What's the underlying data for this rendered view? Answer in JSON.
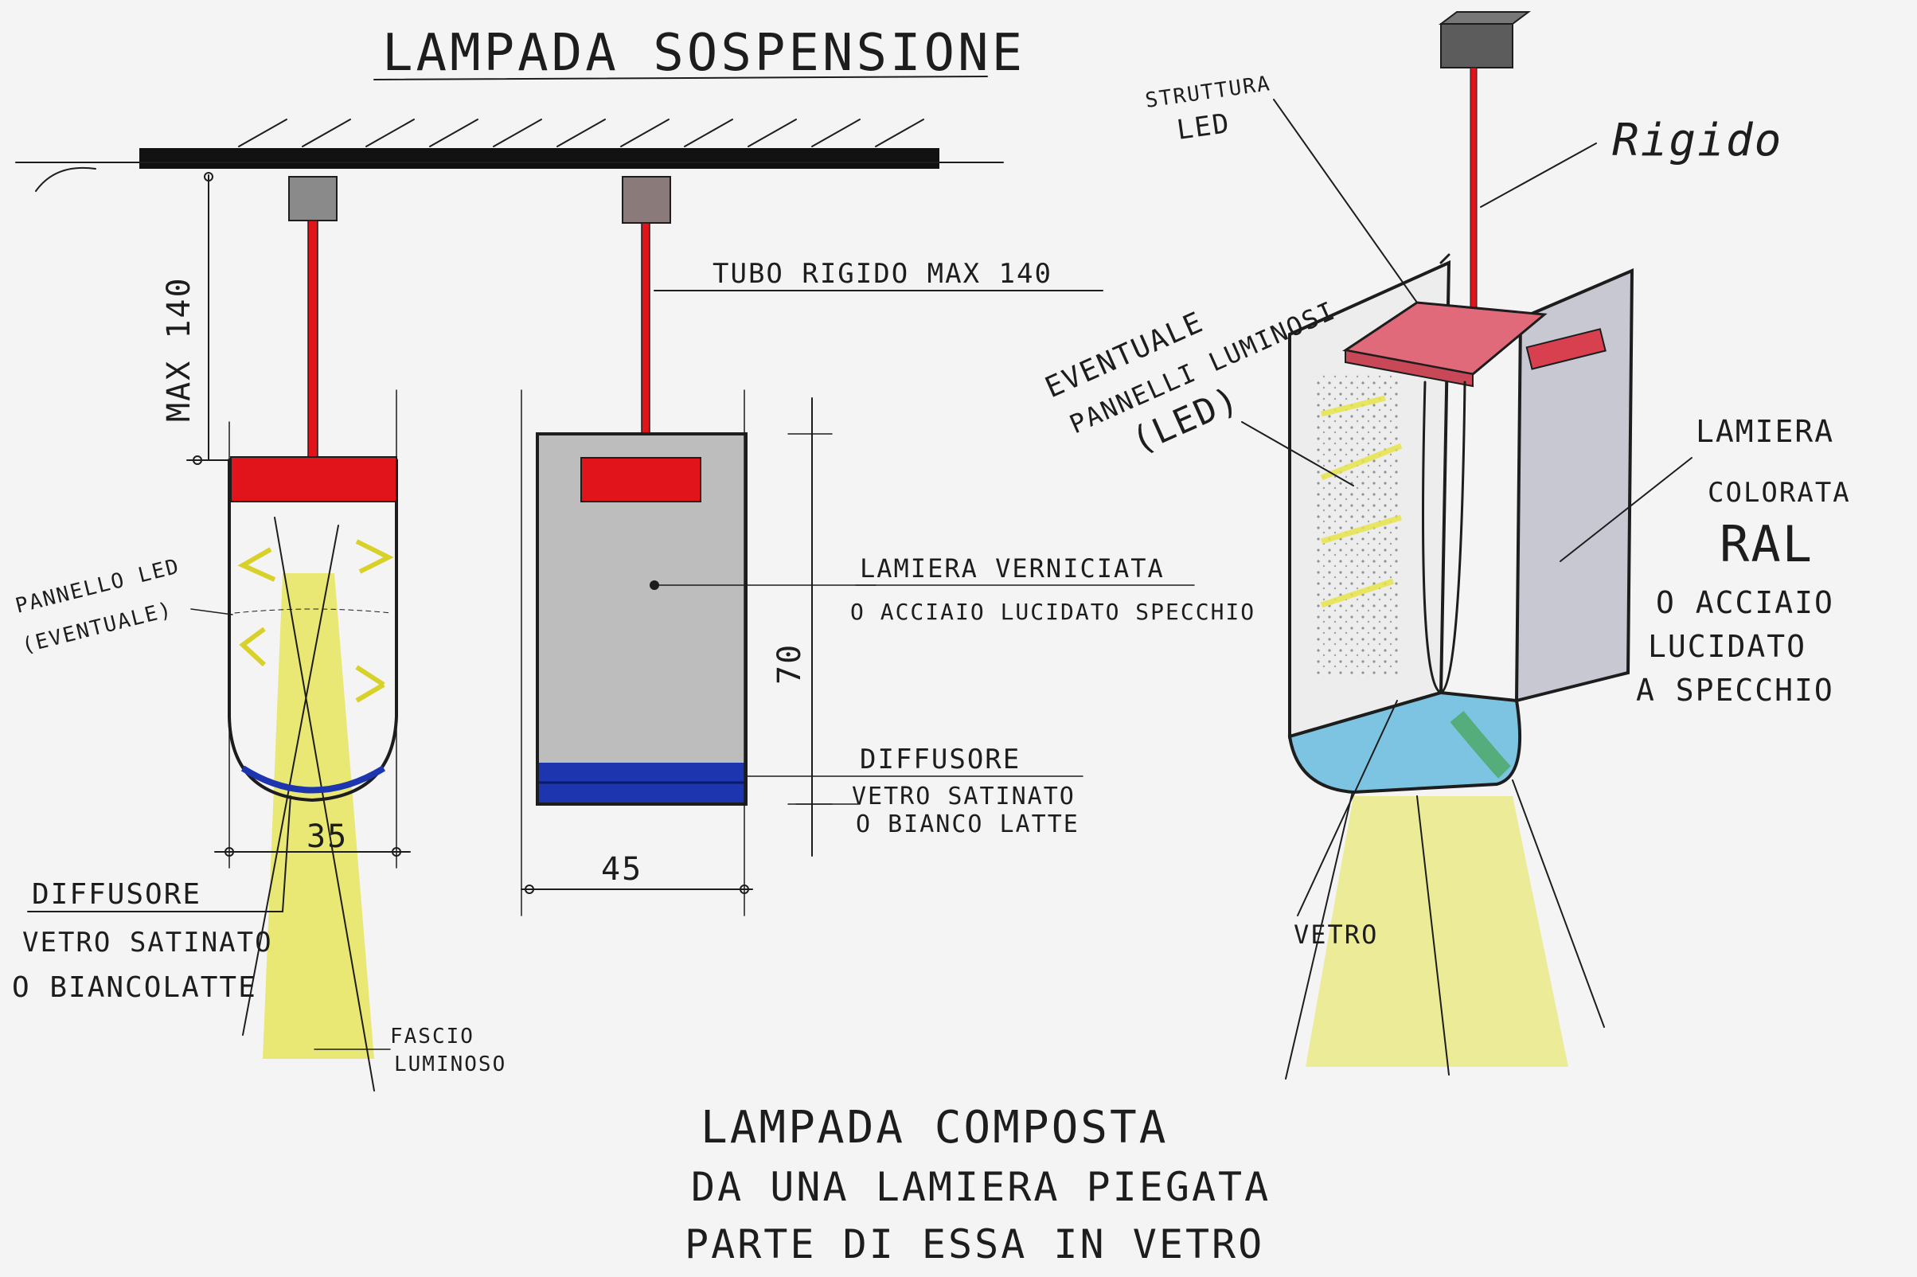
{
  "title": "LAMPADA SOSPENSIONE",
  "colors": {
    "ink": "#1d1d1d",
    "red": "#e0141a",
    "blue": "#1d36b0",
    "yellow": "#e6e44a",
    "steel": "#bdbdbd",
    "pink": "#e06a7a",
    "glass": "#7cc4e2",
    "green": "#4aa860",
    "mount": "#8a8a8a"
  },
  "left_view": {
    "labels": {
      "max_height": "MAX 140",
      "led_panel_line1": "PANNELLO LED",
      "led_panel_line2": "(EVENTUALE)",
      "width": "35",
      "diffuser_title": "DIFFUSORE",
      "diffuser_line2": "VETRO SATINATO",
      "diffuser_line3": "O BIANCOLATTE",
      "beam_line1": "FASCIO",
      "beam_line2": "LUMINOSO"
    }
  },
  "side_view": {
    "labels": {
      "tube": "TUBO RIGIDO MAX 140",
      "sheet_line1": "LAMIERA VERNICIATA",
      "sheet_line2": "O ACCIAIO LUCIDATO SPECCHIO",
      "height": "70",
      "diffuser_title": "DIFFUSORE",
      "diffuser_line2": "VETRO SATINATO",
      "diffuser_line3": "O BIANCO LATTE",
      "width": "45"
    }
  },
  "perspective_view": {
    "labels": {
      "structure_line1": "STRUTTURA",
      "structure_line2": "LED",
      "rigid": "Rigido",
      "panels_line1": "EVENTUALE",
      "panels_line2": "PANNELLI LUMINOSI",
      "panels_line3": "(LED)",
      "sheet_line1": "LAMIERA",
      "sheet_line2": "COLORATA",
      "sheet_line3": "RAL",
      "sheet_line4": "O ACCIAIO",
      "sheet_line5": "LUCIDATO",
      "sheet_line6": "A SPECCHIO",
      "glass": "VETRO"
    }
  },
  "footer_note": {
    "line1": "LAMPADA COMPOSTA",
    "line2": "DA UNA LAMIERA PIEGATA",
    "line3": "PARTE DI ESSA IN VETRO"
  }
}
